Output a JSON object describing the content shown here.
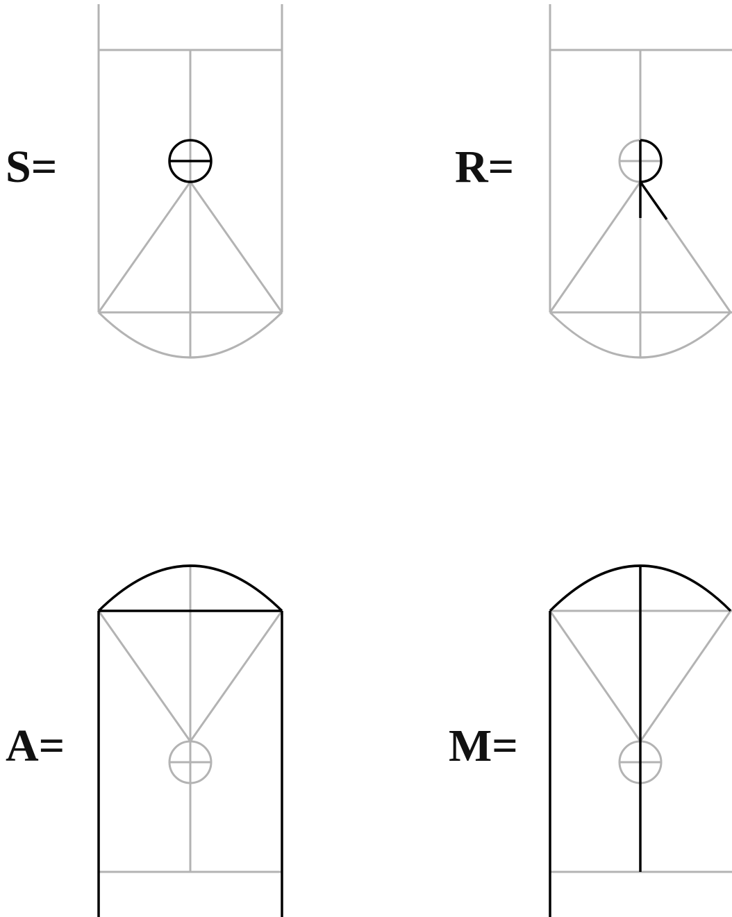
{
  "panels": [
    {
      "id": "S",
      "label": "S="
    },
    {
      "id": "R",
      "label": "R="
    },
    {
      "id": "A",
      "label": "A="
    },
    {
      "id": "M",
      "label": "M="
    }
  ],
  "colors": {
    "guide": "#b3b3b3",
    "highlight": "#000000",
    "text": "#111111",
    "background": "#ffffff"
  }
}
